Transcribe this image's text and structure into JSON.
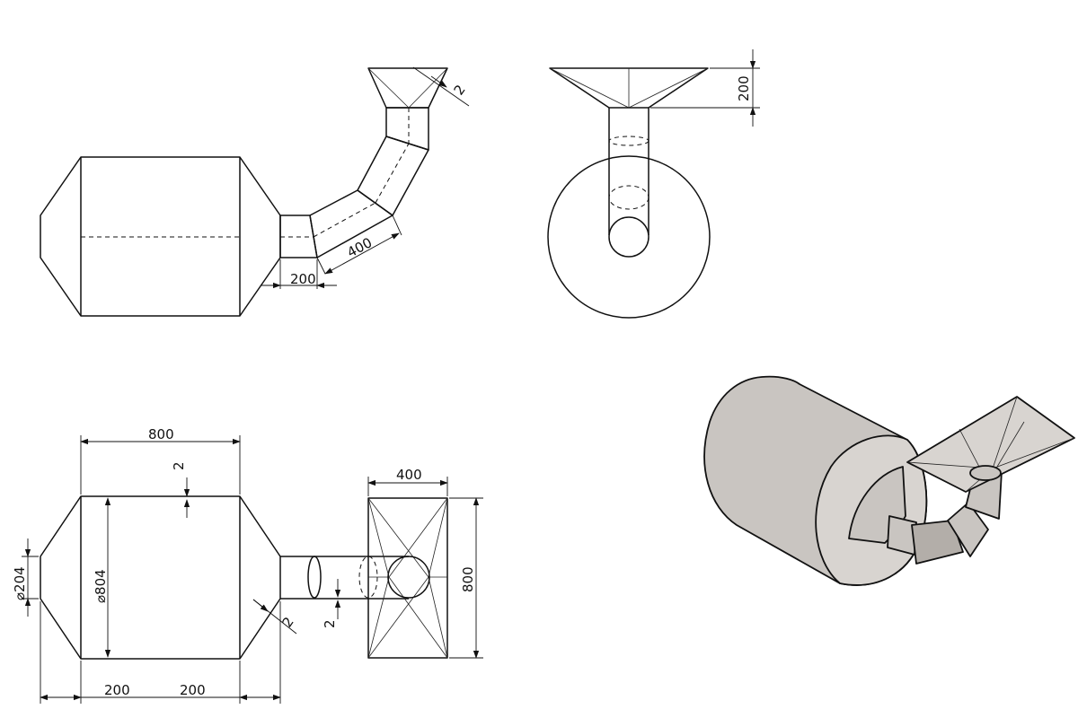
{
  "dimensions": {
    "front_view": {
      "length_200": "200",
      "length_400": "400",
      "thickness_2": "2"
    },
    "side_view": {
      "height_200": "200"
    },
    "top_view": {
      "length_800": "800",
      "thickness_top": "2",
      "diameter_204": "⌀204",
      "diameter_804": "⌀804",
      "width_400": "400",
      "height_800": "800",
      "thickness_cone": "2",
      "thickness_pipe": "2",
      "bottom_200_left": "200",
      "bottom_200_right": "200"
    }
  },
  "colors": {
    "line": "#111111",
    "solid_fill": "#c9c5c1",
    "background": "#ffffff"
  }
}
